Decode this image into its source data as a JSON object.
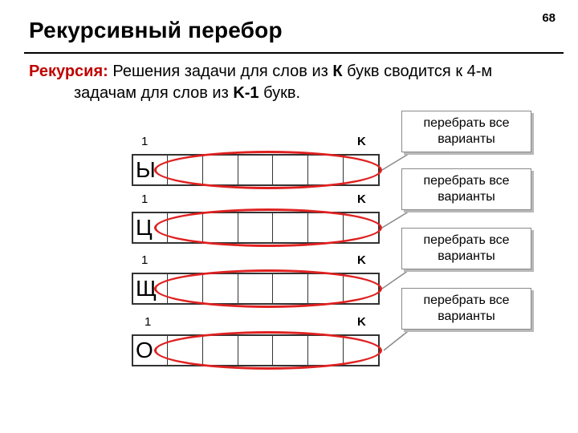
{
  "slide": {
    "title": "Рекурсивный перебор",
    "page_number": "68"
  },
  "text": {
    "label": "Рекурсия:",
    "part1": " Решения задачи для слов из ",
    "k": "К",
    "part2": " букв сводится к 4-м",
    "part3": "задачам для слов из ",
    "k_minus_1": "K-1",
    "part4": " букв."
  },
  "rows": [
    {
      "letter": "Ы",
      "index_start": "1",
      "index_end": "K"
    },
    {
      "letter": "Ц",
      "index_start": "1",
      "index_end": "K"
    },
    {
      "letter": "Щ",
      "index_start": "1",
      "index_end": "K"
    },
    {
      "letter": "О",
      "index_start": "1",
      "index_end": "K"
    }
  ],
  "callouts": [
    {
      "line1": "перебрать все",
      "line2": "варианты"
    },
    {
      "line1": "перебрать все",
      "line2": "варианты"
    },
    {
      "line1": "перебрать все",
      "line2": "варианты"
    },
    {
      "line1": "перебрать все",
      "line2": "варианты"
    }
  ],
  "colors": {
    "label": "#c00000",
    "oval": "#e02020",
    "callout_border": "#8a8a8a"
  }
}
